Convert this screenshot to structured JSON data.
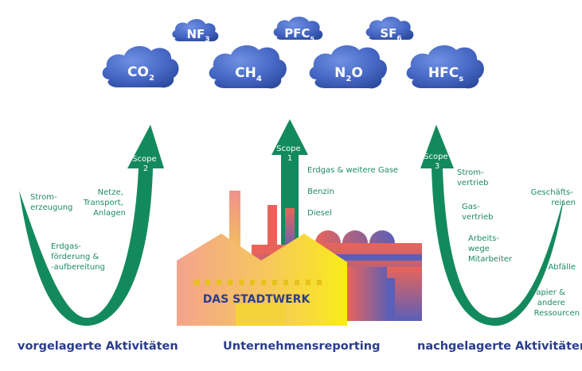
{
  "gases": {
    "co2": {
      "base": "CO",
      "sub": "2"
    },
    "nf3": {
      "base": "NF",
      "sub": "3"
    },
    "ch4": {
      "base": "CH",
      "sub": "4"
    },
    "pfcs": {
      "base": "PFC",
      "sub": "s"
    },
    "n2o": {
      "base": "N",
      "sub": "2",
      "tail": "O"
    },
    "sf6": {
      "base": "SF",
      "sub": "6"
    },
    "hfcs": {
      "base": "HFC",
      "sub": "s"
    }
  },
  "scopes": {
    "scope1": {
      "line1": "Scope",
      "line2": "1"
    },
    "scope2": {
      "line1": "Scope",
      "line2": "2"
    },
    "scope3": {
      "line1": "Scope",
      "line2": "3"
    }
  },
  "upstream": {
    "strom": [
      "Strom-",
      "erzeugung"
    ],
    "netze": [
      "Netze,",
      "Transport,",
      "Anlagen"
    ],
    "erdgas": [
      "Erdgas-",
      "förderung &",
      "-aufbereitung"
    ]
  },
  "scope1_items": [
    "Erdgas & weitere Gase",
    "Benzin",
    "Diesel"
  ],
  "downstream": {
    "stromvertrieb": [
      "Strom-",
      "vertrieb"
    ],
    "gasvertrieb": [
      "Gas-",
      "vertrieb"
    ],
    "arbeitswege": [
      "Arbeits-",
      "wege",
      "Mitarbeiter"
    ],
    "geschaeftsreisen": [
      "Geschäfts-",
      "reisen"
    ],
    "abfaelle": [
      "Abfälle"
    ],
    "papier": [
      "Papier &",
      "andere",
      "Ressourcen"
    ]
  },
  "factory_label": "DAS STADTWERK",
  "footer": {
    "left": "vorgelagerte Aktivitäten",
    "center": "Unternehmensreporting",
    "right": "nachgelagerte Aktivitäten"
  },
  "colors": {
    "cloud_light": "#5b7fd6",
    "cloud_dark": "#2b4a9e",
    "arrow_green": "#138a5e",
    "text_green": "#1d8a6a",
    "footer_blue": "#2b3c8f",
    "factory_yellow": "#f6e61e",
    "factory_pink": "#f08a86",
    "building_red": "#e8645a",
    "building_blue": "#5b5fb8"
  }
}
